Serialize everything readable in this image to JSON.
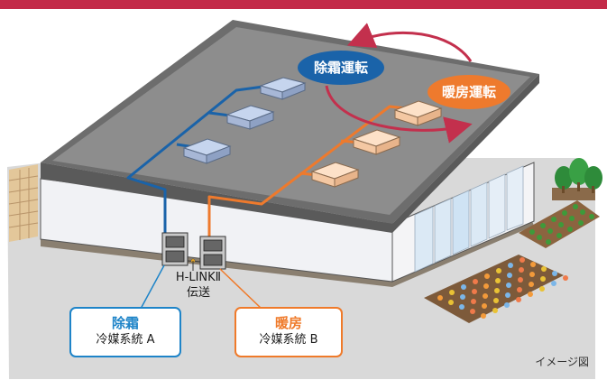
{
  "colors": {
    "header_bar": "#c32a48",
    "defrost_blue": "#1a63a9",
    "heating_orange": "#ee7a2d",
    "cycle_arrow": "#c3304d",
    "ground": "#d8d8d8",
    "roof": "#8a8a8a"
  },
  "bubbles": {
    "defrost": "除霜運転",
    "heating": "暖房運転"
  },
  "transmission": {
    "line1": "H-LINKⅡ",
    "line2": "伝送"
  },
  "system_a": {
    "mode": "除霜",
    "name": "冷媒系統 A"
  },
  "system_b": {
    "mode": "暖房",
    "name": "冷媒系統 B"
  },
  "image_note": "イメージ図"
}
